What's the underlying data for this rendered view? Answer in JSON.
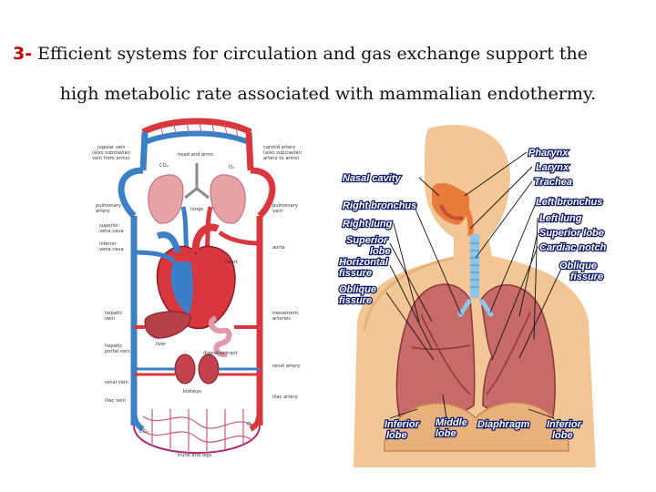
{
  "heading": {
    "number": "3-",
    "line1_text": " Efficient systems for circulation and gas exchange support the",
    "line2_text": "high metabolic rate associated with mammalian endothermy."
  },
  "circulation_labels": {
    "jugular": "jugular vein",
    "jugular_sub1": "(also subclavian",
    "jugular_sub2": "vein from arms)",
    "carotid": "carotid artery",
    "carotid_sub1": "(also subclavian",
    "carotid_sub2": "artery to arms)",
    "head_arms": "head and arms",
    "co2_top": "CO₂",
    "o2_top": "O₂",
    "pulm_artery1": "pulmonary",
    "pulm_artery2": "artery",
    "lungs": "lungs",
    "pulm_vein1": "pulmonary",
    "pulm_vein2": "vein",
    "sup_vc1": "superior",
    "sup_vc2": "vena cava",
    "inf_vc1": "inferior",
    "inf_vc2": "vena cava",
    "aorta": "aorta",
    "heart": "heart",
    "hepatic_vein1": "hepatic",
    "hepatic_vein2": "vein",
    "mesenteric1": "mesenteric",
    "mesenteric2": "arteries",
    "liver": "liver",
    "hepatic_portal1": "hepatic",
    "hepatic_portal2": "portal vein",
    "digestive": "digestive tract",
    "renal_vein": "renal vein",
    "renal_artery": "renal artery",
    "kidneys": "kidneys",
    "iliac_vein": "iliac vein",
    "iliac_artery": "iliac artery",
    "co2_bottom": "CO₂",
    "o2_bottom": "O₂",
    "trunk_legs": "trunk and legs"
  },
  "respiratory_labels": {
    "pharynx": "Pharynx",
    "larynx": "Larynx",
    "trachea": "Trachea",
    "nasal_cavity": "Nasal cavity",
    "left_bronchus": "Left bronchus",
    "right_bronchus": "Right bronchus",
    "left_lung": "Left lung",
    "right_lung": "Right lung",
    "superior_lobe_left": "Superior lobe",
    "superior_lobe_right_1": "Superior",
    "superior_lobe_right_2": "lobe",
    "cardiac_notch": "Cardiac notch",
    "horizontal_fissure_1": "Horizontal",
    "horizontal_fissure_2": "fissure",
    "oblique_fissure_left_1": "Oblique",
    "oblique_fissure_left_2": "fissure",
    "oblique_fissure_right_1": "Oblique",
    "oblique_fissure_right_2": "fissure",
    "inferior_lobe_left_1": "Inferior",
    "inferior_lobe_left_2": "lobe",
    "middle_lobe_1": "Middle",
    "middle_lobe_2": "lobe",
    "diaphragm": "Diaphragm",
    "inferior_lobe_right_1": "Inferior",
    "inferior_lobe_right_2": "lobe"
  },
  "colors": {
    "heading_number": "#c00000",
    "artery_red": "#d9363e",
    "vein_blue": "#3a7fc8",
    "lung_pink": "#e8a2a6",
    "skin": "#f3c795",
    "label_outline": "#0d1b6e"
  }
}
